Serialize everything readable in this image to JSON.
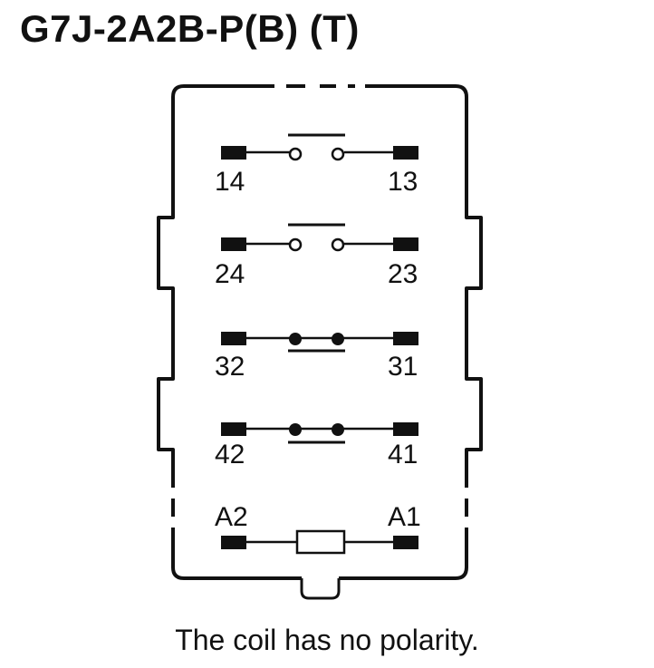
{
  "title": "G7J-2A2B-P(B) (T)",
  "caption": "The coil has no polarity.",
  "colors": {
    "ink": "#111111",
    "background": "#ffffff"
  },
  "contacts": [
    {
      "left_label": "14",
      "right_label": "13",
      "kind": "normally-open"
    },
    {
      "left_label": "24",
      "right_label": "23",
      "kind": "normally-open"
    },
    {
      "left_label": "32",
      "right_label": "31",
      "kind": "normally-closed"
    },
    {
      "left_label": "42",
      "right_label": "41",
      "kind": "normally-closed"
    }
  ],
  "coil": {
    "left_label": "A2",
    "right_label": "A1",
    "kind": "coil"
  }
}
